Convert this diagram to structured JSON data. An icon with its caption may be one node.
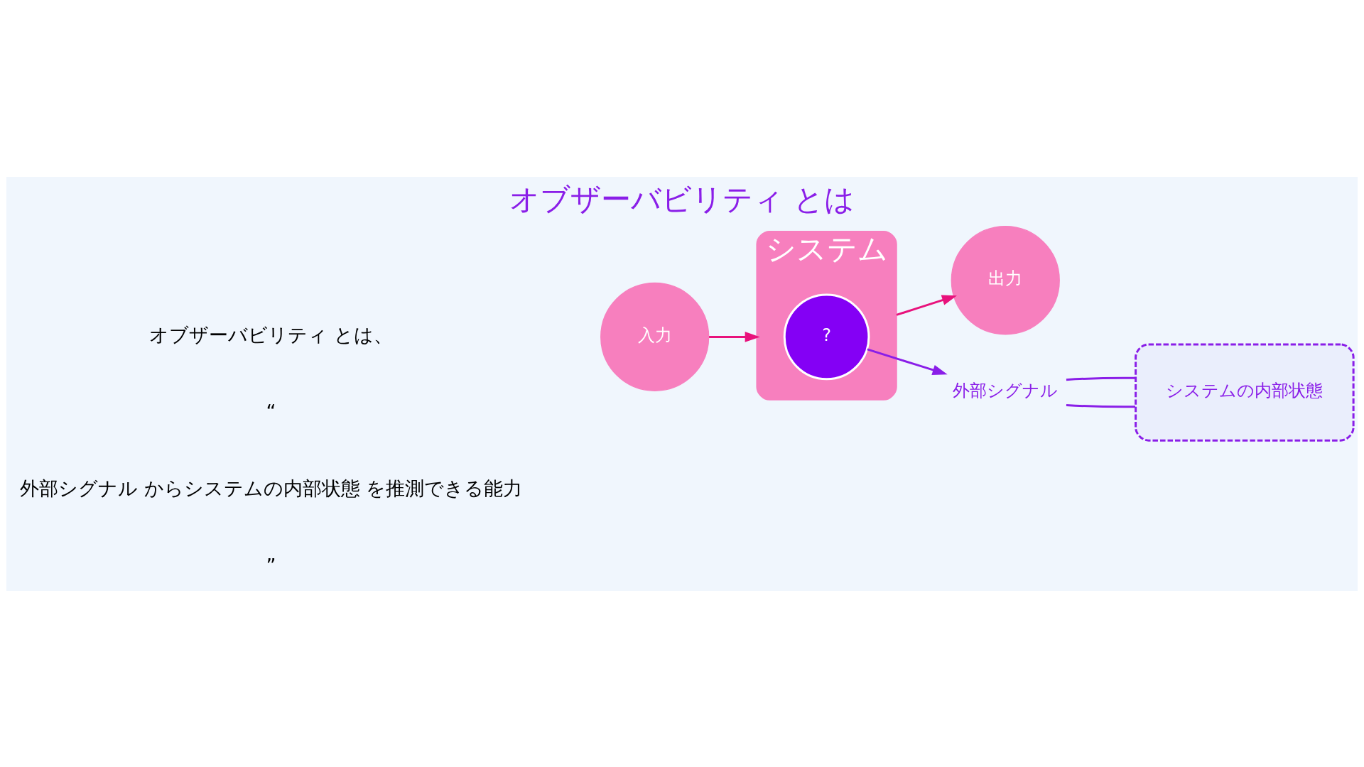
{
  "diagram": {
    "title": "オブザーバビリティ とは",
    "nodes": [
      {
        "text": [
          "入力"
        ]
      },
      {
        "text": [
          "システム"
        ]
      },
      {
        "text": [
          "?"
        ],
        "in": 1
      },
      {
        "text": [
          "出力"
        ]
      },
      {
        "text": [
          "外部シグナル"
        ]
      },
      {
        "text": [
          "システムの内部状態"
        ]
      }
    ],
    "edges": [
      {
        "from": 0,
        "to": 1,
        "arrow": "to",
        "color": "#e8127c"
      },
      {
        "from": 1,
        "to": 3,
        "arrow": "to",
        "color": "#e8127c"
      },
      {
        "from": 2,
        "to": 4,
        "arrow": "to"
      },
      {
        "from": 4,
        "to": 5,
        "arrow": "none"
      },
      {
        "from": 4,
        "to": 5,
        "arrow": "none"
      }
    ],
    "labels": [
      "オブザーバビリティ とは、",
      "“",
      "外部シグナル からシステムの内部状態 を推測できる能力",
      "”"
    ]
  }
}
